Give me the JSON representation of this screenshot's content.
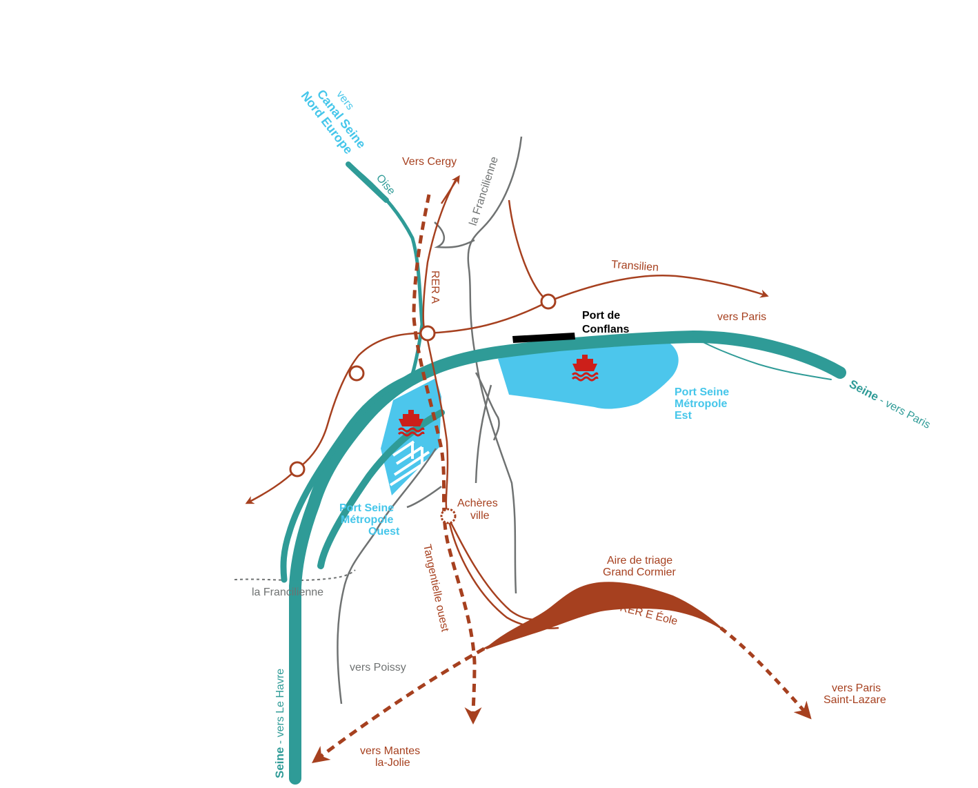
{
  "colors": {
    "river": "#2f9b97",
    "port_area": "#4cc6ec",
    "rail": "#a6401f",
    "road": "#6f7272",
    "port_icon": "#cc1f1a",
    "quay": "#000000"
  },
  "labels": {
    "canal_vers": "vers",
    "canal_line1": "Canal Seine",
    "canal_line2": "Nord Europe",
    "oise": "Oise",
    "vers_cergy": "Vers Cergy",
    "francilienne_top": "la Francilienne",
    "rer_a": "RER A",
    "transilien": "Transilien",
    "vers_paris_right": "vers Paris",
    "port_conflans_1": "Port de",
    "port_conflans_2": "Conflans",
    "psm_est_1": "Port Seine",
    "psm_est_2": "Métropole",
    "psm_est_3": "Est",
    "seine_paris_bold": "Seine",
    "seine_paris_rest": " - vers Paris",
    "psm_ouest_1": "Port Seine",
    "psm_ouest_2": "Métropole",
    "psm_ouest_3": "Ouest",
    "acheres_1": "Achères",
    "acheres_2": "ville",
    "aire_1": "Aire de triage",
    "aire_2": "Grand Cormier",
    "rer_e": "RER E Éole",
    "francilienne_bottom": "la Francilienne",
    "tangentielle": "Tangentielle ouest",
    "vers_poissy": "vers Poissy",
    "vers_paris_sl_1": "vers Paris",
    "vers_paris_sl_2": "Saint-Lazare",
    "vers_mantes_1": "vers Mantes",
    "vers_mantes_2": "la-Jolie",
    "seine_havre_bold": "Seine",
    "seine_havre_rest": " - vers Le Havre"
  },
  "icons": {
    "port_est": "ship-icon",
    "port_ouest": "ship-icon"
  }
}
